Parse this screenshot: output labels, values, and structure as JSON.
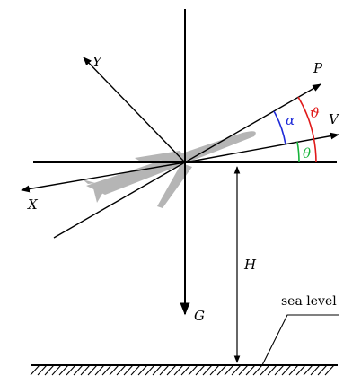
{
  "labels": {
    "Y": "Y",
    "X": "X",
    "P": "P",
    "V": "V",
    "G": "G",
    "H": "H",
    "sea_level": "sea level",
    "alpha": "α",
    "theta_pitch": "ϑ",
    "theta_path": "θ"
  },
  "colors": {
    "alpha_arc": "#1f2bd8",
    "pitch_arc": "#e01a1a",
    "path_arc": "#16b43a",
    "lines": "#000000",
    "aircraft": "#b5b5b5"
  }
}
